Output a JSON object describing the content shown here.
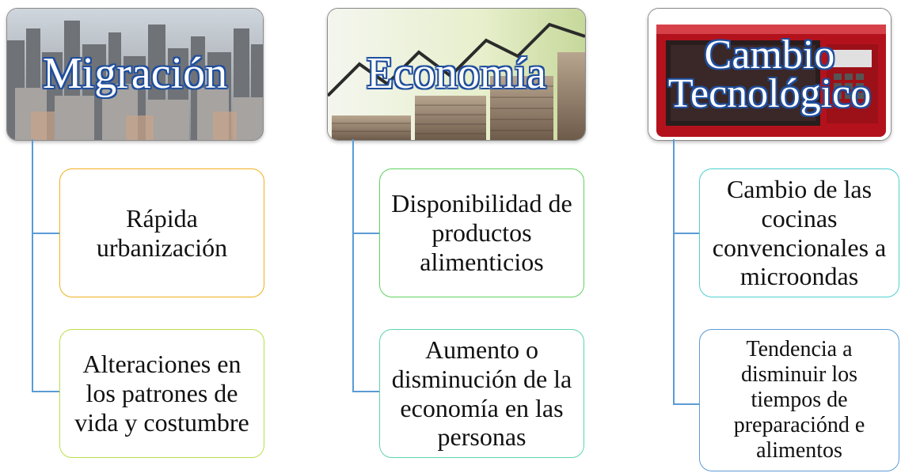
{
  "columns": [
    {
      "title": "Migración",
      "items": [
        "Rápida urbanización",
        "Alteraciones en los patrones de vida y costumbre"
      ]
    },
    {
      "title": "Economía",
      "items": [
        "Disponibilidad de productos alimenticios",
        "Aumento o disminución de la economía en las personas"
      ]
    },
    {
      "title_lines": [
        "Cambio",
        "Tecnológico"
      ],
      "items": [
        "Cambio de las cocinas convencionales a microondas",
        "Tendencia a disminuir los tiempos de preparaciónd e alimentos"
      ]
    }
  ],
  "colors": {
    "connector": "#5b9bd5",
    "box_orange": "#f2b01e",
    "box_lime": "#b8e04a",
    "box_green": "#5fd35f",
    "box_teal": "#5fd3b0",
    "box_cyan": "#4fd0cf",
    "box_blue": "#5b9bd5",
    "title_outline": "#1f4e9e"
  }
}
